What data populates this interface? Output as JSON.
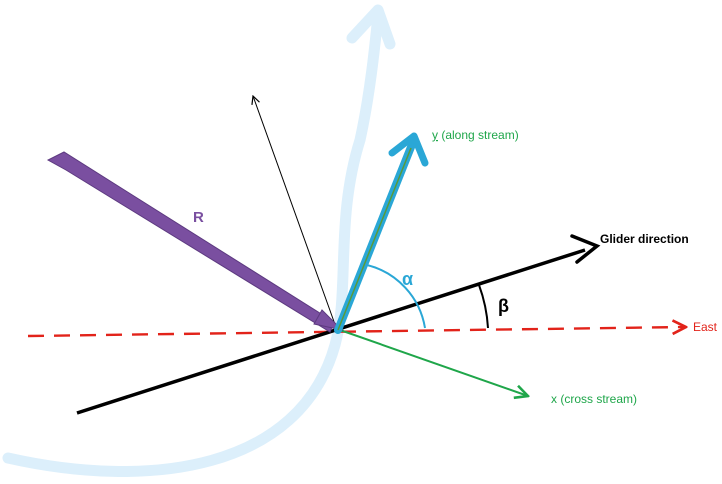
{
  "labels": {
    "resultant": "R",
    "along_stream": "y (along stream)",
    "cross_stream": "x (cross stream)",
    "glider_direction": "Glider direction",
    "east": "East",
    "alpha": "α",
    "beta": "β"
  },
  "colors": {
    "stream_curve": "#dceffb",
    "east_axis": "#e2231a",
    "glider": "#000000",
    "resultant": "#7a4fa0",
    "along_stream": "#2aa7d6",
    "along_stream_inner": "#5a9a3a",
    "cross_stream": "#1fa64a",
    "alpha_arc": "#2aa7d6",
    "beta_arc": "#000000",
    "thin_vector": "#000000"
  }
}
